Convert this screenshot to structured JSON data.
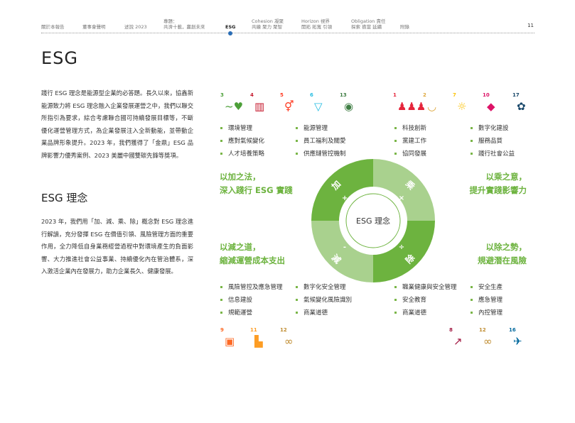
{
  "nav": {
    "items": [
      "關於本報告",
      "董事會聲明",
      "述說 2023",
      "專題：\n共濟十載，贏創未來",
      "ESG",
      "Cohesion 凝聚\n共繪 聚力 聚智",
      "Horizon  視界\n開拓 拓寬 引領",
      "Obligation 責任\n探索 擔當 延續",
      "附錄"
    ],
    "page": "11"
  },
  "title": "ESG",
  "intro": "踐行 ESG 理念是能源型企業的必答題。長久以來，協鑫新能源致力將 ESG 理念融入企業發展運營之中，我們以聯交所指引為要求，綜合考慮聯合國可持續發展目標等，不斷優化運營管理方式，為企業發展注入全新動能，並帶動企業品牌形象提升。2023 年，我們獲得了「金鼎」ESG 品牌影響力優秀案例、2023 美麗中國雙碳先鋒等獎項。",
  "concept_title": "ESG 理念",
  "concept_text": "2023 年，我們用「加、減、乘、除」概念對 ESG 理念進行解讀，充分發揮 ESG 在價值引領、風險管理方面的重要作用，全力降低自身業務經營過程中對環境產生的負面影響、大力推進社會公益事業、持續優化內在管治體系，深入激活企業內在發展力，助力企業長久、健康發展。",
  "diagram": {
    "center": "ESG 理念",
    "add": "加",
    "add_sym": "+",
    "sub": "減",
    "sub_sym": "-",
    "mul": "乘",
    "mul_sym": "×",
    "div": "除",
    "div_sym": "÷",
    "add_heading": [
      "以加之法，",
      "深入踐行 ESG 實踐"
    ],
    "mul_heading": [
      "以乘之意，",
      "提升實踐影響力"
    ],
    "sub_heading": [
      "以減之道，",
      "縮減運營成本支出"
    ],
    "div_heading": [
      "以除之勢，",
      "規避潛在風險"
    ]
  },
  "sdg_top_left": [
    {
      "n": "3",
      "c": "#4c9f38",
      "g": "~♥"
    },
    {
      "n": "4",
      "c": "#c5192d",
      "g": "▥"
    },
    {
      "n": "5",
      "c": "#ff3a21",
      "g": "⚥"
    },
    {
      "n": "6",
      "c": "#26bde2",
      "g": "▽"
    },
    {
      "n": "13",
      "c": "#3f7e44",
      "g": "◉"
    }
  ],
  "sdg_top_right": [
    {
      "n": "1",
      "c": "#e5243b",
      "g": "♟♟♟"
    },
    {
      "n": "2",
      "c": "#dda63a",
      "g": "◡"
    },
    {
      "n": "7",
      "c": "#fcc30b",
      "g": "☼"
    },
    {
      "n": "10",
      "c": "#dd1367",
      "g": "◆"
    },
    {
      "n": "17",
      "c": "#19486a",
      "g": "✿"
    }
  ],
  "sdg_bottom_left": [
    {
      "n": "9",
      "c": "#fd6925",
      "g": "▣"
    },
    {
      "n": "11",
      "c": "#fd9d24",
      "g": "▙"
    },
    {
      "n": "12",
      "c": "#bf8b2e",
      "g": "∞"
    }
  ],
  "sdg_bottom_right": [
    {
      "n": "8",
      "c": "#a21942",
      "g": "↗"
    },
    {
      "n": "12",
      "c": "#bf8b2e",
      "g": "∞"
    },
    {
      "n": "16",
      "c": "#00689d",
      "g": "✈"
    }
  ],
  "lists": {
    "tl1": [
      "環境管理",
      "應對氣候變化",
      "人才培養策略"
    ],
    "tl2": [
      "能源管理",
      "員工福利及關愛",
      "供應鏈管控機制"
    ],
    "tr1": [
      "科技創新",
      "黨建工作",
      "協同發展"
    ],
    "tr2": [
      "數字化建設",
      "服務品質",
      "踐行社會公益"
    ],
    "bl1": [
      "風險管控及應急管理",
      "信息建設",
      "規範運營"
    ],
    "bl2": [
      "數字化安全管理",
      "氣候變化風險識別",
      "商業道德"
    ],
    "br1": [
      "職業健康與安全管理",
      "安全教育",
      "商業道德"
    ],
    "br2": [
      "安全生產",
      "應急管理",
      "內控管理"
    ]
  },
  "colors": {
    "dark_green": "#6db33f",
    "light_green": "#a9d18e",
    "accent": "#2a6db5"
  }
}
